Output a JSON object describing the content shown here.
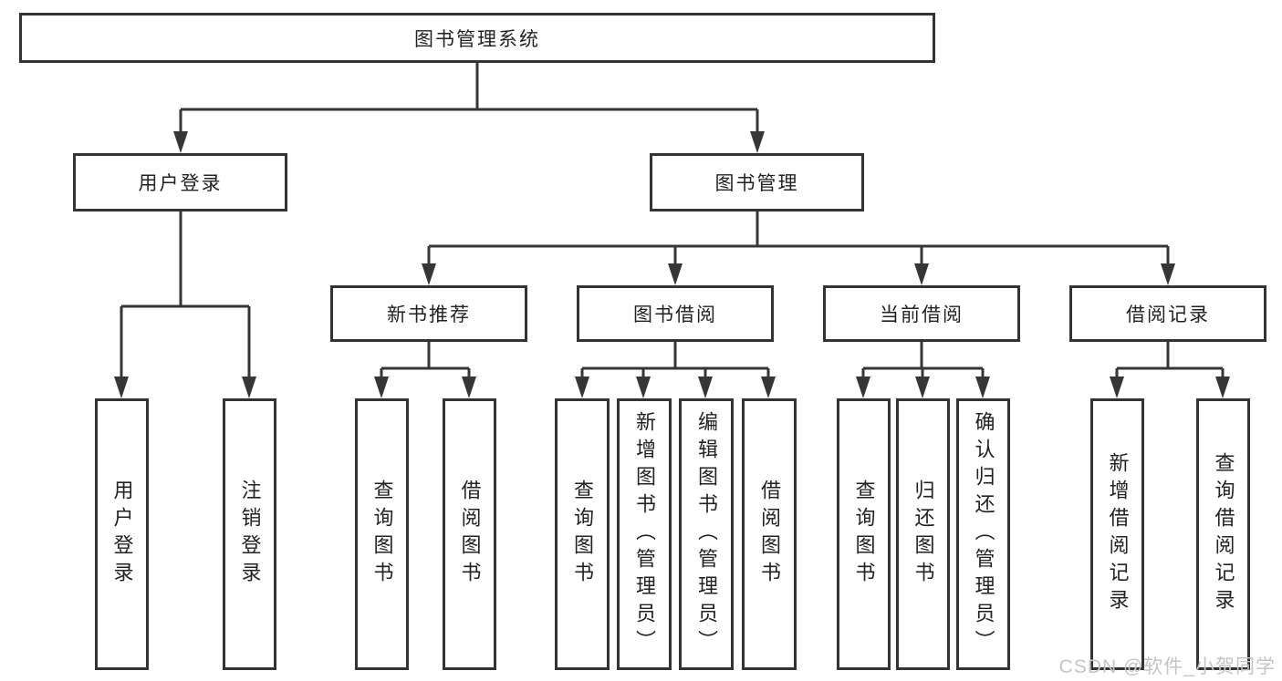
{
  "diagram": {
    "title": "图书管理系统",
    "nodes": {
      "root": "图书管理系统",
      "userLogin": "用户登录",
      "bookMgmt": "图书管理",
      "newBookRec": "新书推荐",
      "bookBorrow": "图书借阅",
      "currentBorrow": "当前借阅",
      "borrowRecord": "借阅记录",
      "leafUserLogin": "用户登录",
      "leafLogoutLogin": "注销登录",
      "leafQueryBookA": "查询图书",
      "leafBorrowBookA": "借阅图书",
      "leafQueryBookB": "查询图书",
      "leafAddBookAdmin": "新增图书（管理员）",
      "leafEditBookAdmin": "编辑图书（管理员）",
      "leafBorrowBookB": "借阅图书",
      "leafQueryBookC": "查询图书",
      "leafReturnBook": "归还图书",
      "leafConfirmReturnAdmin": "确认归还（管理员）",
      "leafAddBorrowRecord": "新增借阅记录",
      "leafQueryBorrowRecord": "查询借阅记录"
    },
    "edges": [
      [
        "图书管理系统",
        "用户登录"
      ],
      [
        "图书管理系统",
        "图书管理"
      ],
      [
        "用户登录",
        "用户登录"
      ],
      [
        "用户登录",
        "注销登录"
      ],
      [
        "图书管理",
        "新书推荐"
      ],
      [
        "图书管理",
        "图书借阅"
      ],
      [
        "图书管理",
        "当前借阅"
      ],
      [
        "图书管理",
        "借阅记录"
      ],
      [
        "新书推荐",
        "查询图书"
      ],
      [
        "新书推荐",
        "借阅图书"
      ],
      [
        "图书借阅",
        "查询图书"
      ],
      [
        "图书借阅",
        "新增图书（管理员）"
      ],
      [
        "图书借阅",
        "编辑图书（管理员）"
      ],
      [
        "图书借阅",
        "借阅图书"
      ],
      [
        "当前借阅",
        "查询图书"
      ],
      [
        "当前借阅",
        "归还图书"
      ],
      [
        "当前借阅",
        "确认归还（管理员）"
      ],
      [
        "借阅记录",
        "新增借阅记录"
      ],
      [
        "借阅记录",
        "查询借阅记录"
      ]
    ],
    "colors": {
      "line": "#363636",
      "border": "#333333",
      "text": "#222222",
      "background": "#ffffff",
      "watermark": "#c5c5c5"
    }
  },
  "watermark": "CSDN @软件_小贺同学"
}
